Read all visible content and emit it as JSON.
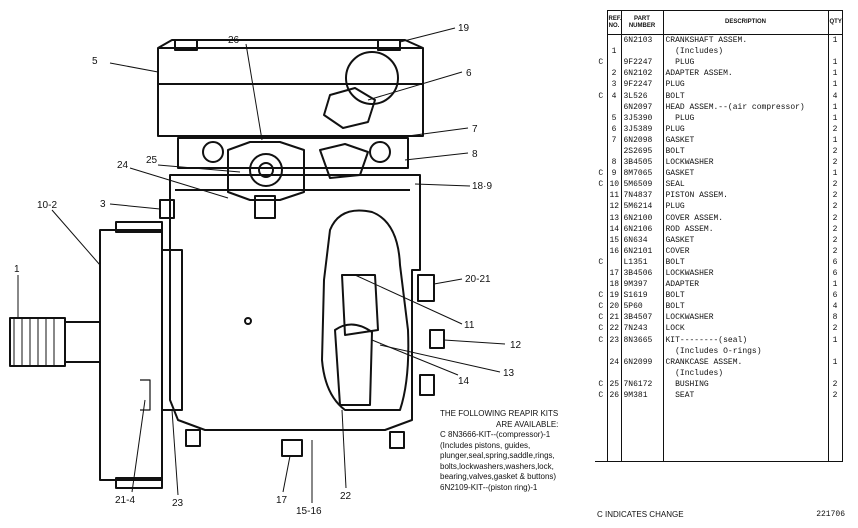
{
  "callouts": [
    {
      "id": "c19",
      "text": "19"
    },
    {
      "id": "c5",
      "text": "5"
    },
    {
      "id": "c26",
      "text": "26"
    },
    {
      "id": "c6",
      "text": "6"
    },
    {
      "id": "c7",
      "text": "7"
    },
    {
      "id": "c8",
      "text": "8"
    },
    {
      "id": "c24",
      "text": "24"
    },
    {
      "id": "c25",
      "text": "25"
    },
    {
      "id": "c18_9",
      "text": "18·9"
    },
    {
      "id": "c3",
      "text": "3"
    },
    {
      "id": "c10_2",
      "text": "10-2"
    },
    {
      "id": "c1",
      "text": "1"
    },
    {
      "id": "c20_21",
      "text": "20-21"
    },
    {
      "id": "c11",
      "text": "11"
    },
    {
      "id": "c12",
      "text": "12"
    },
    {
      "id": "c13",
      "text": "13"
    },
    {
      "id": "c14",
      "text": "14"
    },
    {
      "id": "c21_4",
      "text": "21-4"
    },
    {
      "id": "c23",
      "text": "23"
    },
    {
      "id": "c17",
      "text": "17"
    },
    {
      "id": "c15_16",
      "text": "15-16"
    },
    {
      "id": "c22",
      "text": "22"
    }
  ],
  "kits": {
    "heading": "THE FOLLOWING REAPIR KITS",
    "available": "ARE AVAILABLE:",
    "lines": [
      "C 8N3666-KIT--(compressor)-1",
      "(Includes pistons, guides,",
      "plunger,seal,spring,saddle,rings,",
      "bolts,lockwashers,washers,lock,",
      "bearing,valves,gasket & buttons)",
      "6N2109-KIT--(piston ring)-1"
    ]
  },
  "table": {
    "headers": {
      "ref": "REF. NO.",
      "part": "PART NUMBER",
      "desc": "DESCRIPTION",
      "qty": "QTY"
    },
    "rows": [
      {
        "c": "",
        "ref": "",
        "part": "6N2103",
        "desc": "CRANKSHAFT ASSEM.",
        "qty": "1"
      },
      {
        "c": "",
        "ref": "1",
        "part": "",
        "desc": "  (Includes)",
        "qty": ""
      },
      {
        "c": "C",
        "ref": "",
        "part": "9F2247",
        "desc": "  PLUG",
        "qty": "1"
      },
      {
        "c": "",
        "ref": "2",
        "part": "6N2102",
        "desc": "ADAPTER ASSEM.",
        "qty": "1"
      },
      {
        "c": "",
        "ref": "3",
        "part": "9F2247",
        "desc": "PLUG",
        "qty": "1"
      },
      {
        "c": "C",
        "ref": "4",
        "part": "3L526",
        "desc": "BOLT",
        "qty": "4"
      },
      {
        "c": "",
        "ref": "",
        "part": "6N2097",
        "desc": "HEAD ASSEM.--(air compressor)",
        "qty": "1"
      },
      {
        "c": "",
        "ref": "5",
        "part": "3J5390",
        "desc": "  PLUG",
        "qty": "1"
      },
      {
        "c": "",
        "ref": "6",
        "part": "3J5389",
        "desc": "PLUG",
        "qty": "2"
      },
      {
        "c": "",
        "ref": "7",
        "part": "6N2098",
        "desc": "GASKET",
        "qty": "1"
      },
      {
        "c": "",
        "ref": "",
        "part": "2S2695",
        "desc": "BOLT",
        "qty": "2"
      },
      {
        "c": "",
        "ref": "8",
        "part": "3B4505",
        "desc": "LOCKWASHER",
        "qty": "2"
      },
      {
        "c": "C",
        "ref": "9",
        "part": "8M7065",
        "desc": "GASKET",
        "qty": "1"
      },
      {
        "c": "C",
        "ref": "10",
        "part": "5M6509",
        "desc": "SEAL",
        "qty": "2"
      },
      {
        "c": "",
        "ref": "11",
        "part": "7N4837",
        "desc": "PISTON ASSEM.",
        "qty": "2"
      },
      {
        "c": "",
        "ref": "12",
        "part": "5M6214",
        "desc": "PLUG",
        "qty": "2"
      },
      {
        "c": "",
        "ref": "13",
        "part": "6N2100",
        "desc": "COVER ASSEM.",
        "qty": "2"
      },
      {
        "c": "",
        "ref": "14",
        "part": "6N2106",
        "desc": "ROD ASSEM.",
        "qty": "2"
      },
      {
        "c": "",
        "ref": "15",
        "part": "6N634",
        "desc": "GASKET",
        "qty": "2"
      },
      {
        "c": "",
        "ref": "16",
        "part": "6N2101",
        "desc": "COVER",
        "qty": "2"
      },
      {
        "c": "C",
        "ref": "",
        "part": "L1351",
        "desc": "BOLT",
        "qty": "6"
      },
      {
        "c": "",
        "ref": "17",
        "part": "3B4506",
        "desc": "LOCKWASHER",
        "qty": "6"
      },
      {
        "c": "",
        "ref": "18",
        "part": "9M397",
        "desc": "ADAPTER",
        "qty": "1"
      },
      {
        "c": "C",
        "ref": "19",
        "part": "S1619",
        "desc": "BOLT",
        "qty": "6"
      },
      {
        "c": "C",
        "ref": "20",
        "part": "5P60",
        "desc": "BOLT",
        "qty": "4"
      },
      {
        "c": "C",
        "ref": "21",
        "part": "3B4507",
        "desc": "LOCKWASHER",
        "qty": "8"
      },
      {
        "c": "C",
        "ref": "22",
        "part": "7N243",
        "desc": "LOCK",
        "qty": "2"
      },
      {
        "c": "C",
        "ref": "23",
        "part": "8N3665",
        "desc": "KIT--------(seal)",
        "qty": "1"
      },
      {
        "c": "",
        "ref": "",
        "part": "",
        "desc": "  (Includes O-rings)",
        "qty": ""
      },
      {
        "c": "",
        "ref": "24",
        "part": "6N2099",
        "desc": "CRANKCASE ASSEM.",
        "qty": "1"
      },
      {
        "c": "",
        "ref": "",
        "part": "",
        "desc": "  (Includes)",
        "qty": ""
      },
      {
        "c": "C",
        "ref": "25",
        "part": "7N6172",
        "desc": "  BUSHING",
        "qty": "2"
      },
      {
        "c": "C",
        "ref": "26",
        "part": "9M381",
        "desc": "  SEAT",
        "qty": "2"
      }
    ]
  },
  "footer": {
    "note": "C INDICATES CHANGE",
    "illus_no": "221706"
  }
}
